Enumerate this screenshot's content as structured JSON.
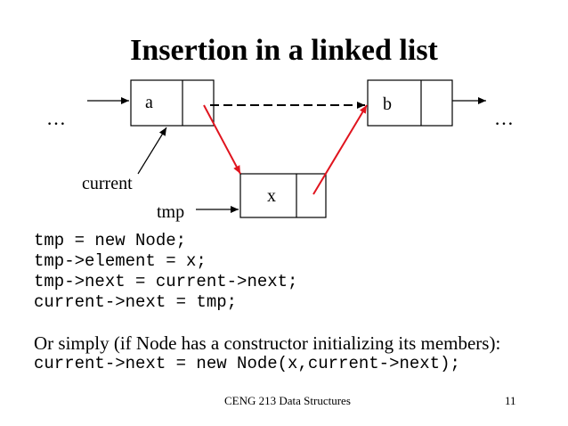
{
  "slide": {
    "title": "Insertion in a linked list",
    "footer_course": "CENG 213 Data Structures",
    "page_number": "11"
  },
  "diagram": {
    "nodes": [
      {
        "id": "a",
        "label": "a"
      },
      {
        "id": "b",
        "label": "b"
      },
      {
        "id": "x",
        "label": "x"
      }
    ],
    "labels": {
      "ellipsis_left": "…",
      "ellipsis_right": "…",
      "current": "current",
      "tmp": "tmp"
    },
    "colors": {
      "new_link": "#e0141e",
      "node_border": "#000000",
      "old_link": "#000000"
    }
  },
  "code": {
    "lines": [
      "tmp = new Node;",
      "tmp->element = x;",
      "tmp->next = current->next;",
      "current->next = tmp;"
    ],
    "alternative_prose": "Or simply (if Node has a constructor initializing its members):",
    "alternative_code": "current->next = new Node(x,current->next);"
  }
}
